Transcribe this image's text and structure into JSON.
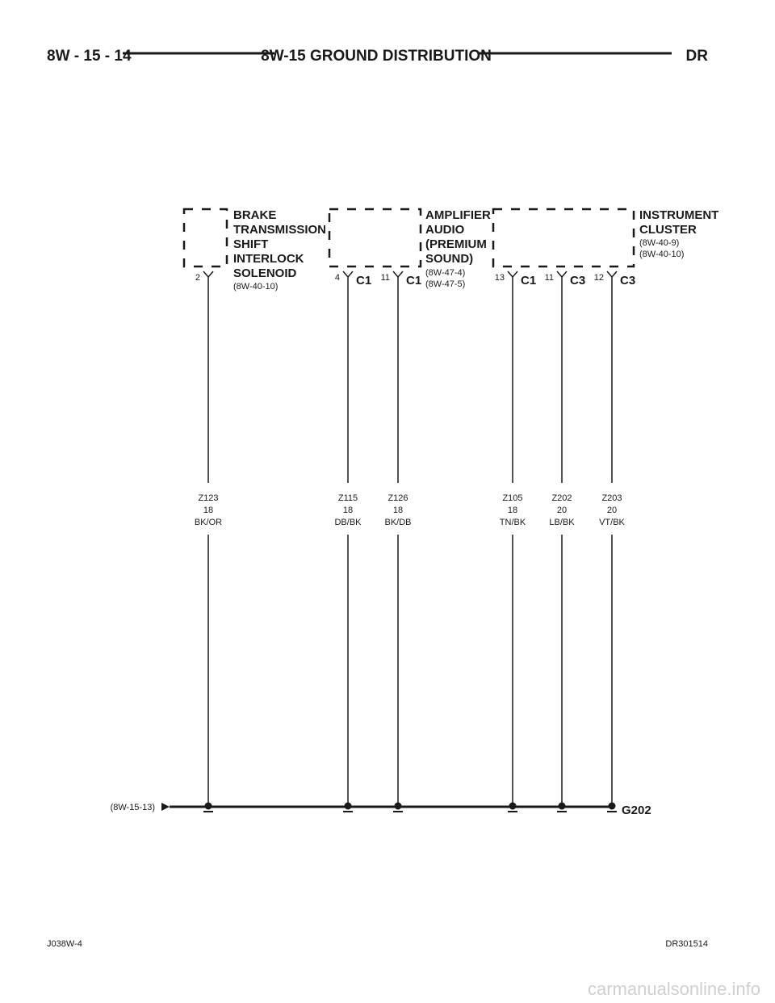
{
  "header": {
    "page_number": "8W - 15 - 14",
    "title": "8W-15 GROUND DISTRIBUTION",
    "model": "DR"
  },
  "components": [
    {
      "id": "brake-transmission-shift-interlock-solenoid",
      "name_lines": [
        "BRAKE",
        "TRANSMISSION",
        "SHIFT",
        "INTERLOCK",
        "SOLENOID"
      ],
      "refs": [
        "(8W-40-10)"
      ]
    },
    {
      "id": "amplifier-audio-premium-sound",
      "name_lines": [
        "AMPLIFIER",
        "AUDIO",
        "(PREMIUM",
        "SOUND)"
      ],
      "refs": [
        "(8W-47-4)",
        "(8W-47-5)"
      ]
    },
    {
      "id": "instrument-cluster",
      "name_lines": [
        "INSTRUMENT",
        "CLUSTER"
      ],
      "refs": [
        "(8W-40-9)",
        "(8W-40-10)"
      ]
    }
  ],
  "wires": [
    {
      "pin": "2",
      "connector": "",
      "circuit": "Z123",
      "gauge": "18",
      "color": "BK/OR"
    },
    {
      "pin": "4",
      "connector": "C1",
      "circuit": "Z115",
      "gauge": "18",
      "color": "DB/BK"
    },
    {
      "pin": "11",
      "connector": "C1",
      "circuit": "Z126",
      "gauge": "18",
      "color": "BK/DB"
    },
    {
      "pin": "13",
      "connector": "C1",
      "circuit": "Z105",
      "gauge": "18",
      "color": "TN/BK"
    },
    {
      "pin": "11",
      "connector": "C3",
      "circuit": "Z202",
      "gauge": "20",
      "color": "LB/BK"
    },
    {
      "pin": "12",
      "connector": "C3",
      "circuit": "Z203",
      "gauge": "20",
      "color": "VT/BK"
    }
  ],
  "ground": {
    "name": "G202",
    "continuation_ref": "(8W-15-13)"
  },
  "footer": {
    "left_code": "J038W-4",
    "right_code": "DR301514"
  },
  "watermark": "carmanualsonline.info"
}
